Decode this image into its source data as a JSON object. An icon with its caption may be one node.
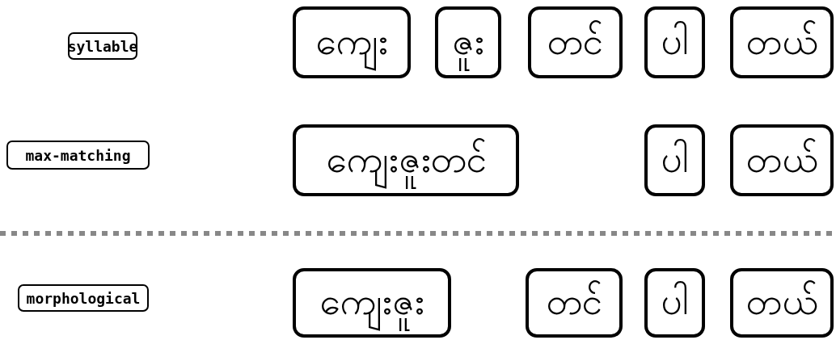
{
  "diagram": {
    "nodes": [
      {
        "text": [
          "syllable"
        ]
      },
      {
        "text": [
          "ကျေး"
        ]
      },
      {
        "text": [
          "ဇူး"
        ]
      },
      {
        "text": [
          "တင်"
        ]
      },
      {
        "text": [
          "ပါ"
        ]
      },
      {
        "text": [
          "တယ်"
        ]
      },
      {
        "text": [
          "max-matching"
        ]
      },
      {
        "text": [
          "ကျေးဇူးတင်"
        ]
      },
      {
        "text": [
          "ပါ"
        ]
      },
      {
        "text": [
          "တယ်"
        ]
      },
      {
        "text": [
          "morphological"
        ]
      },
      {
        "text": [
          "ကျေးဇူး"
        ]
      },
      {
        "text": [
          "တင်"
        ]
      },
      {
        "text": [
          "ပါ"
        ]
      },
      {
        "text": [
          "တယ်"
        ]
      }
    ]
  }
}
